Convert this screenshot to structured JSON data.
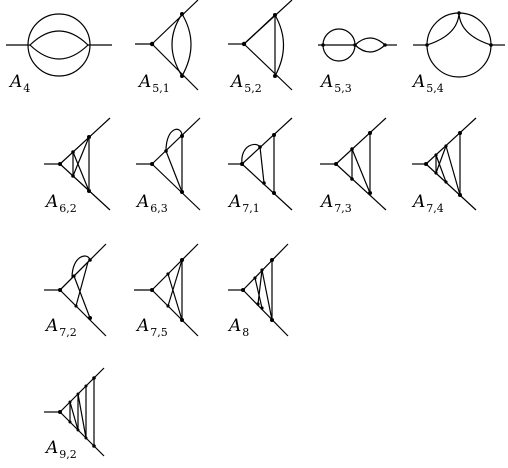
{
  "diagrams": [
    {
      "id": "A4",
      "letter": "A",
      "sub": "4"
    },
    {
      "id": "A5_1",
      "letter": "A",
      "sub": "5,1"
    },
    {
      "id": "A5_2",
      "letter": "A",
      "sub": "5,2"
    },
    {
      "id": "A5_3",
      "letter": "A",
      "sub": "5,3"
    },
    {
      "id": "A5_4",
      "letter": "A",
      "sub": "5,4"
    },
    {
      "id": "A6_2",
      "letter": "A",
      "sub": "6,2"
    },
    {
      "id": "A6_3",
      "letter": "A",
      "sub": "6,3"
    },
    {
      "id": "A7_1",
      "letter": "A",
      "sub": "7,1"
    },
    {
      "id": "A7_3",
      "letter": "A",
      "sub": "7,3"
    },
    {
      "id": "A7_4",
      "letter": "A",
      "sub": "7,4"
    },
    {
      "id": "A7_2",
      "letter": "A",
      "sub": "7,2"
    },
    {
      "id": "A7_5",
      "letter": "A",
      "sub": "7,5"
    },
    {
      "id": "A8",
      "letter": "A",
      "sub": "8"
    },
    {
      "id": "A9_2",
      "letter": "A",
      "sub": "9,2"
    }
  ]
}
